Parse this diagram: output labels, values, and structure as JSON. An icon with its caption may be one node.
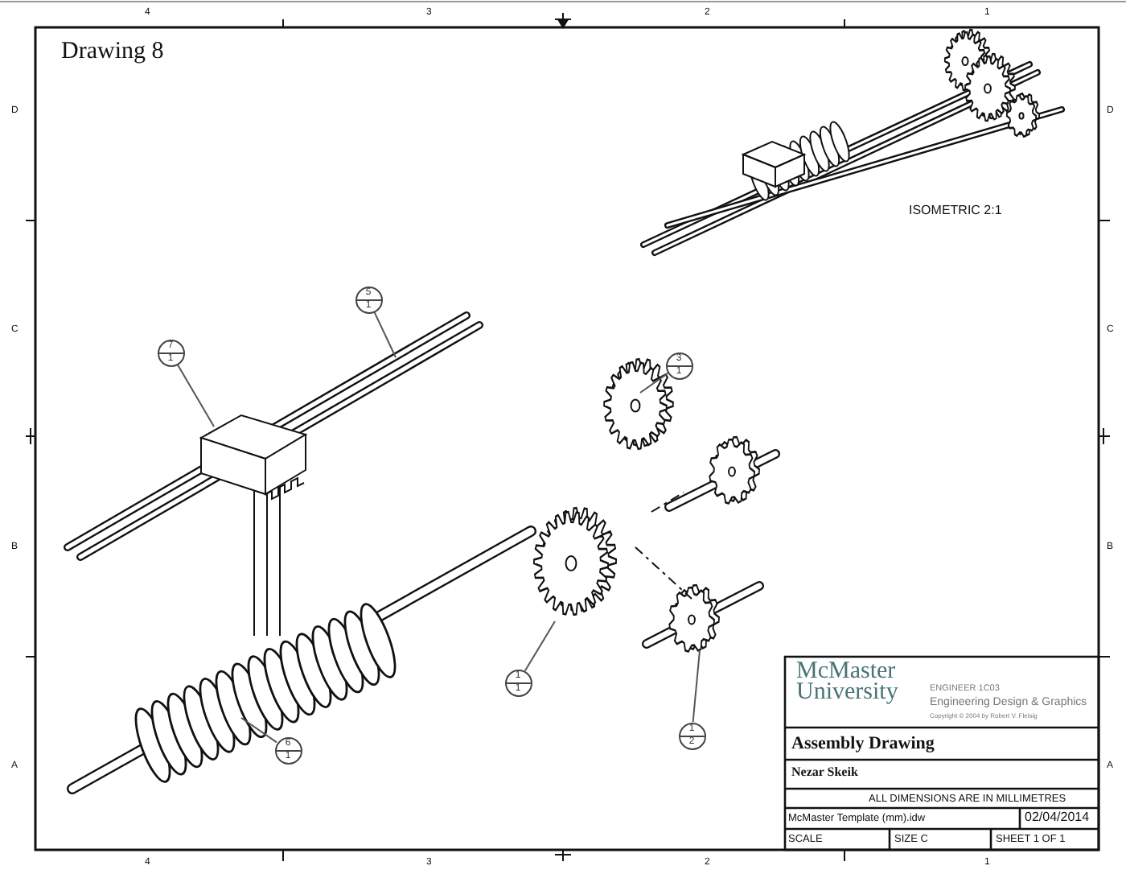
{
  "diagram": {
    "nodes": [
      {
        "text": [
          "7",
          "1"
        ]
      },
      {
        "text": [
          "5",
          "1"
        ]
      },
      {
        "text": [
          "3",
          "1"
        ]
      },
      {
        "text": [
          "1",
          "1"
        ]
      },
      {
        "text": [
          "1",
          "2"
        ]
      },
      {
        "text": [
          "6",
          "1"
        ]
      }
    ],
    "edges": [
      {
        "from": 0,
        "to": null,
        "arrow": "none"
      },
      {
        "from": 1,
        "to": null,
        "arrow": "none"
      },
      {
        "from": 2,
        "to": null,
        "arrow": "none"
      },
      {
        "from": 3,
        "to": null,
        "arrow": "none"
      },
      {
        "from": 4,
        "to": null,
        "arrow": "none"
      },
      {
        "from": 5,
        "to": null,
        "arrow": "none"
      }
    ],
    "labels": [
      "4",
      "3",
      "2",
      "1",
      "Drawing 8",
      "D",
      "D",
      "ISOMETRIC 2:1",
      "C",
      "C",
      "B",
      "B",
      "McMaster University",
      "ENGINEER 1C03",
      "Engineering Design & Graphics",
      "Copyright © 2004 by Robert V. Fleisig",
      "Assembly Drawing",
      "A",
      "A",
      "Nezar Skeik",
      "ALL DIMENSIONS ARE IN MILLIMETRES",
      "McMaster Template (mm).idw",
      "02/04/2014",
      "SCALE",
      "SIZE C",
      "SHEET 1  OF 1",
      "4",
      "3",
      "2",
      "1"
    ]
  }
}
